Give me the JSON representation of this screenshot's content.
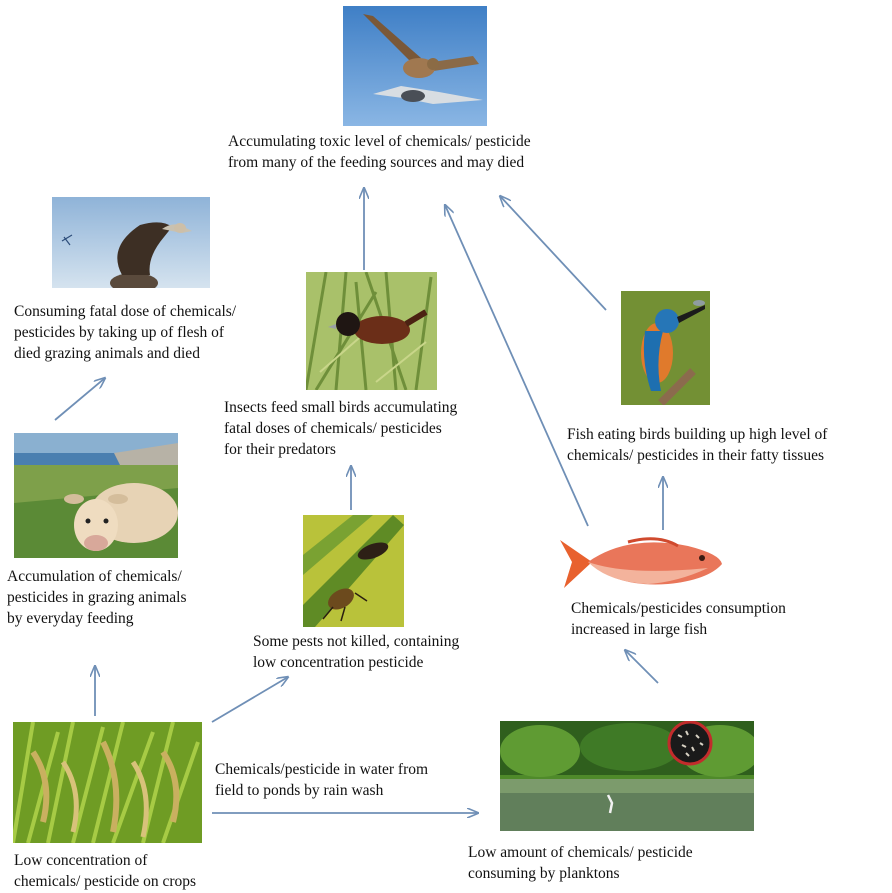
{
  "nodes": {
    "predator_bird": {
      "caption": "Accumulating  toxic level of chemicals/ pesticide\nfrom many of the feeding sources and may died",
      "icon": "hawk-icon"
    },
    "vulture": {
      "caption": "Consuming fatal dose of chemicals/\npesticides  by taking up of flesh of\ndied grazing animals and died",
      "icon": "vulture-icon"
    },
    "small_bird": {
      "caption": "Insects feed  small birds accumulating\nfatal doses of  chemicals/ pesticides\nfor their predators",
      "icon": "small-bird-icon"
    },
    "kingfisher": {
      "caption": "Fish eating birds building up high level of\nchemicals/ pesticides in their fatty tissues",
      "icon": "kingfisher-icon"
    },
    "cow": {
      "caption": "Accumulation of chemicals/\npesticides in grazing animals\nby everyday feeding",
      "icon": "cow-icon"
    },
    "pests": {
      "caption": "Some pests not killed,  containing\nlow concentration pesticide",
      "icon": "insect-icon"
    },
    "fish": {
      "caption": "Chemicals/pesticides consumption\nincreased in large fish",
      "icon": "fish-icon"
    },
    "crops": {
      "caption": "Low concentration of\nchemicals/ pesticide on crops",
      "icon": "rice-crop-icon"
    },
    "pond": {
      "caption": "Low amount of chemicals/ pesticide\nconsuming by planktons",
      "icon": "pond-icon"
    }
  },
  "edges": {
    "rain_wash_label": "Chemicals/pesticide in water from\nfield to ponds by rain wash"
  },
  "colors": {
    "arrow": "#6f8fb6",
    "caption_text": "#111111"
  }
}
